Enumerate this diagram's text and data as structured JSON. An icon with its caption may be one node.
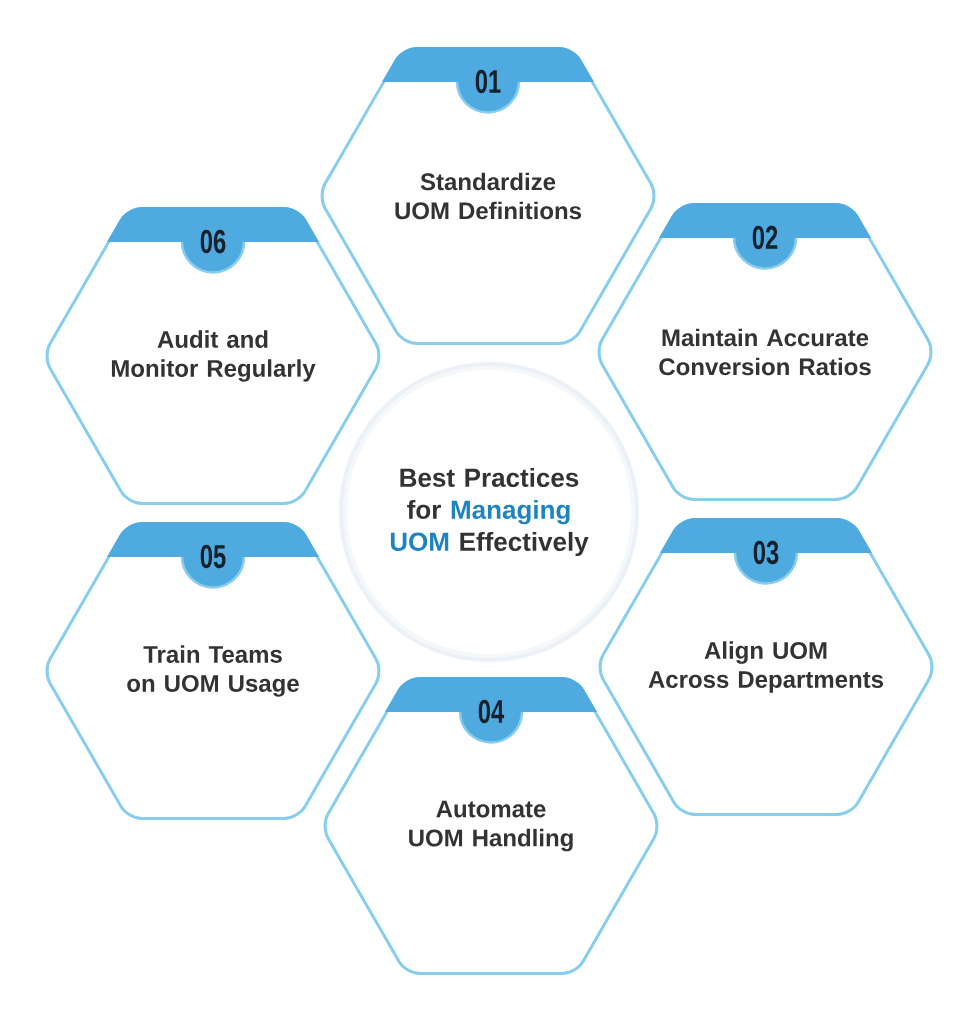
{
  "diagram": {
    "nodes": [
      {
        "text": [
          "Best Practices for",
          "Managing UOM",
          "Effectively"
        ]
      },
      {
        "text": [
          "01",
          "Standardize UOM Definitions"
        ]
      },
      {
        "text": [
          "02",
          "Maintain Accurate Conversion Ratios"
        ]
      },
      {
        "text": [
          "03",
          "Align UOM Across Departments"
        ]
      },
      {
        "text": [
          "04",
          "Automate UOM Handling"
        ]
      },
      {
        "text": [
          "05",
          "Train Teams on UOM Usage"
        ]
      },
      {
        "text": [
          "06",
          "Audit and Monitor Regularly"
        ]
      }
    ]
  }
}
